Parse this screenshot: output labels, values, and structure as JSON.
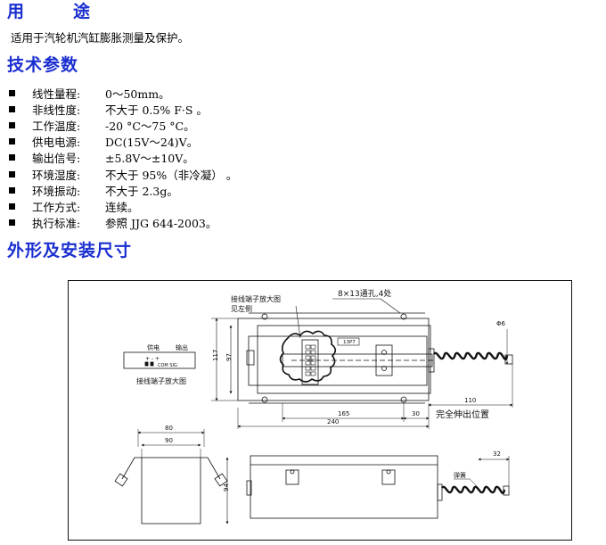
{
  "sections": {
    "usage": {
      "title_left": "用",
      "title_right": "途",
      "text": "适用于汽轮机汽缸膨胀测量及保护。"
    },
    "specs": {
      "title": "技术参数",
      "items": [
        {
          "label": "线性量程:",
          "value": "0～50mm。"
        },
        {
          "label": "非线性度:",
          "value": "不大于 0.5% F·S 。"
        },
        {
          "label": "工作温度:",
          "value": "-20 °C～75 °C。"
        },
        {
          "label": "供电电源:",
          "value": "DC(15V～24)V。"
        },
        {
          "label": "输出信号:",
          "value": "±5.8V～±10V。"
        },
        {
          "label": "环境湿度:",
          "value": "不大于 95%（非冷凝） 。"
        },
        {
          "label": "环境振动:",
          "value": "不大于 2.3g。"
        },
        {
          "label": "工作方式:",
          "value": "连续。"
        },
        {
          "label": "执行标准:",
          "value": "参照 JJG 644-2003。"
        }
      ]
    },
    "dimensions": {
      "title": "外形及安装尺寸"
    }
  },
  "drawing": {
    "terminal_title": "接线端子放大图",
    "see_left": "见左侧",
    "hole_note": "8×13通孔,4处",
    "power_label": "供电",
    "output_label": "输出",
    "pins_label": "+ - +",
    "pin_names": "COM SIG",
    "terminal_caption": "接线端子放大图",
    "dim_117": "117",
    "dim_97": "97",
    "dim_165": "165",
    "dim_30": "30",
    "dim_240": "240",
    "dim_110": "110",
    "dim_phi6": "Φ6",
    "full_ext": "完全伸出位置",
    "dim_80": "80",
    "dim_90": "90",
    "dim_94": "94",
    "dim_32": "32",
    "spring": "弹簧",
    "board_mark": "13P7"
  }
}
